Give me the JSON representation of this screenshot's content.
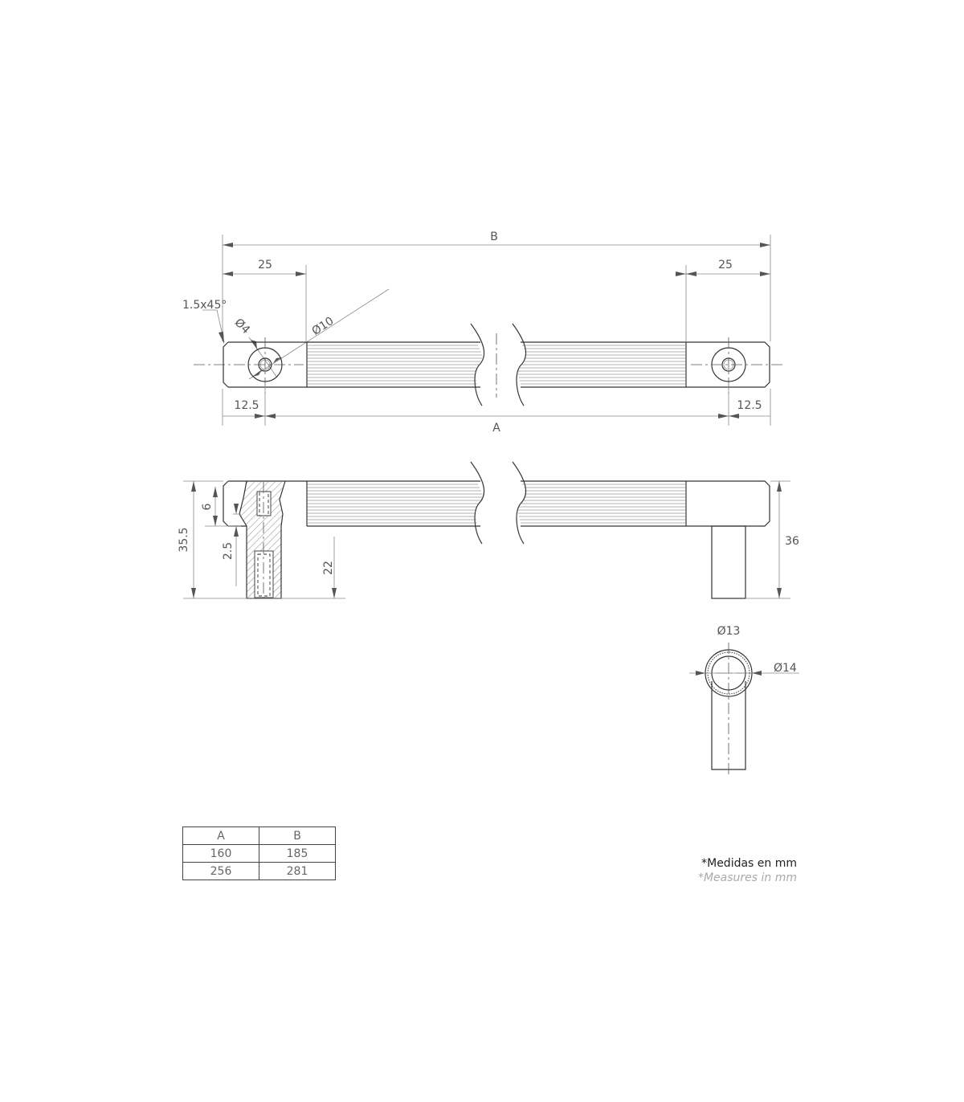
{
  "dimensions": {
    "overall_length": "B",
    "center_distance": "A",
    "end_offset_left": "25",
    "end_offset_right": "25",
    "hole_offset_left": "12.5",
    "hole_offset_right": "12.5",
    "chamfer": "1.5x45°",
    "hole_small_dia": "Ø4",
    "hole_large_dia": "Ø10",
    "head_height": "6",
    "total_height_left": "35.5",
    "stud_gap": "2.5",
    "leg_length": "22",
    "total_height_right": "36",
    "bar_dia_inner": "Ø13",
    "bar_dia_outer": "Ø14"
  },
  "size_table": {
    "headers": [
      "A",
      "B"
    ],
    "rows": [
      [
        "160",
        "185"
      ],
      [
        "256",
        "281"
      ]
    ]
  },
  "notes": {
    "spanish": "*Medidas en mm",
    "english": "*Measures in mm"
  }
}
